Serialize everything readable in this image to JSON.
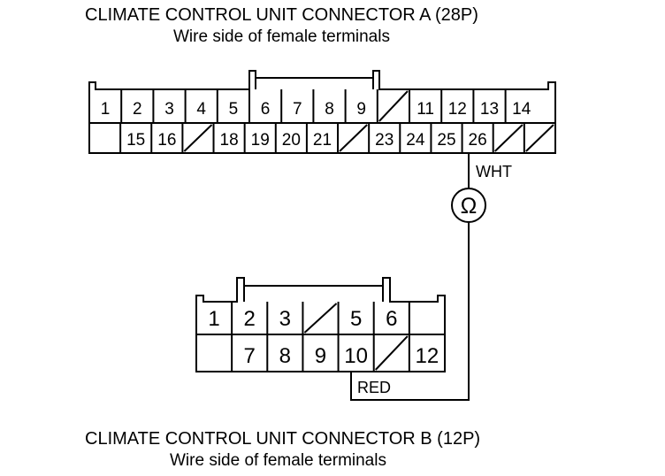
{
  "connector_a": {
    "title": "CLIMATE CONTROL UNIT CONNECTOR A (28P)",
    "subtitle": "Wire side of female terminals",
    "row1": [
      "1",
      "2",
      "3",
      "4",
      "5",
      "6",
      "7",
      "8",
      "9",
      "",
      "11",
      "12",
      "13",
      "14"
    ],
    "row2": [
      "",
      "15",
      "16",
      "",
      "18",
      "19",
      "20",
      "21",
      "",
      "23",
      "24",
      "25",
      "26",
      "",
      ""
    ]
  },
  "connector_b": {
    "title": "CLIMATE CONTROL UNIT CONNECTOR B (12P)",
    "subtitle": "Wire side of female terminals",
    "row1": [
      "1",
      "2",
      "3",
      "",
      "5",
      "6",
      ""
    ],
    "row2": [
      "",
      "7",
      "8",
      "9",
      "10",
      "",
      "12"
    ]
  },
  "wires": {
    "a_color": "WHT",
    "b_color": "RED"
  },
  "meter": {
    "symbol": "Ω"
  }
}
